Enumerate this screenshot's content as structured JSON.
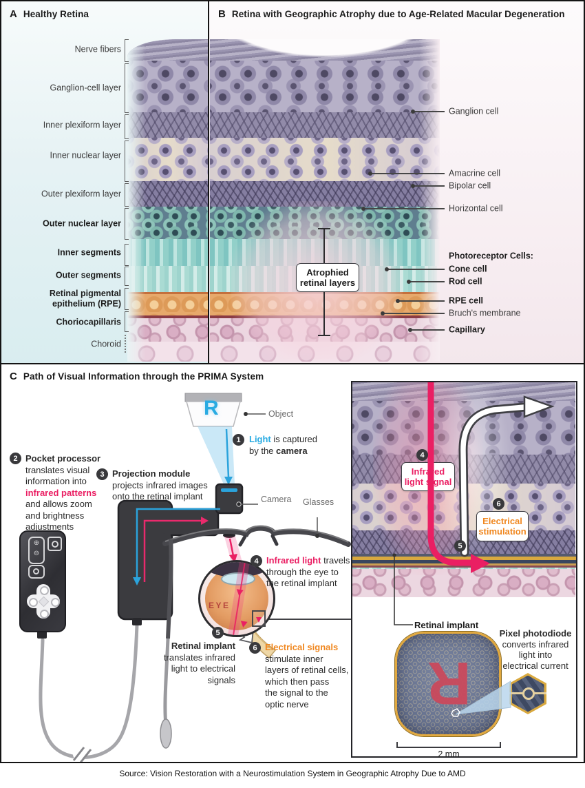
{
  "panel_a": {
    "letter": "A",
    "title": "Healthy Retina",
    "layers": [
      {
        "label": "Nerve fibers",
        "bold": false
      },
      {
        "label": "Ganglion-cell layer",
        "bold": false
      },
      {
        "label": "Inner plexiform layer",
        "bold": false
      },
      {
        "label": "Inner nuclear layer",
        "bold": false
      },
      {
        "label": "Outer plexiform layer",
        "bold": false
      },
      {
        "label": "Outer nuclear layer",
        "bold": true
      },
      {
        "label": "Inner segments",
        "bold": true
      },
      {
        "label": "Outer segments",
        "bold": true
      },
      {
        "label": "Retinal pigmental\nepithelium (RPE)",
        "bold": true
      },
      {
        "label": "Choriocapillaris",
        "bold": true
      },
      {
        "label": "Choroid",
        "bold": false
      }
    ]
  },
  "panel_b": {
    "letter": "B",
    "title": "Retina with Geographic Atrophy due to Age-Related Macular Degeneration",
    "atrophy_note": "Atrophied\nretinal layers",
    "labels": [
      {
        "label": "Ganglion cell",
        "bold": false
      },
      {
        "label": "Amacrine cell",
        "bold": false
      },
      {
        "label": "Bipolar cell",
        "bold": false
      },
      {
        "label": "Horizontal cell",
        "bold": false
      },
      {
        "label": "Photoreceptor Cells:",
        "bold": true,
        "heading": true
      },
      {
        "label": "Cone cell",
        "bold": true
      },
      {
        "label": "Rod cell",
        "bold": true
      },
      {
        "label": "RPE cell",
        "bold": true
      },
      {
        "label": "Bruch's membrane",
        "bold": false
      },
      {
        "label": "Capillary",
        "bold": true
      }
    ]
  },
  "panel_c": {
    "letter": "C",
    "title": "Path of Visual Information through the PRIMA System",
    "object_letter": "R",
    "labels": {
      "object": "Object",
      "camera": "Camera",
      "glasses": "Glasses",
      "eye": "EYE"
    },
    "steps": [
      {
        "num": "1",
        "segments": [
          {
            "t": "Light",
            "cls": "blue"
          },
          {
            "t": " is captured\nby the "
          },
          {
            "t": "camera",
            "cls": "bold"
          }
        ]
      },
      {
        "num": "2",
        "segments": [
          {
            "t": "Pocket processor",
            "cls": "bold"
          },
          {
            "t": "\ntranslates visual\ninformation into\n"
          },
          {
            "t": "infrared patterns",
            "cls": "pink"
          },
          {
            "t": "\nand allows zoom\nand brightness\nadjustments"
          }
        ]
      },
      {
        "num": "3",
        "segments": [
          {
            "t": "Projection module",
            "cls": "bold"
          },
          {
            "t": "\nprojects infrared images\nonto the retinal implant"
          }
        ]
      },
      {
        "num": "4",
        "segments": [
          {
            "t": "Infrared light",
            "cls": "pink"
          },
          {
            "t": " travels\nthrough the eye to\nthe retinal implant"
          }
        ]
      },
      {
        "num": "5",
        "segments": [
          {
            "t": "Retinal implant",
            "cls": "bold"
          },
          {
            "t": "\ntranslates infrared\nlight to electrical\nsignals"
          }
        ]
      },
      {
        "num": "6",
        "segments": [
          {
            "t": "Electrical signals",
            "cls": "orange"
          },
          {
            "t": "\nstimulate inner\nlayers of retinal cells,\nwhich then pass\nthe signal to the\noptic nerve"
          }
        ]
      }
    ],
    "inset": {
      "infrared_box": {
        "num": "4",
        "label": "Infrared\nlight signal"
      },
      "stimulation_box": {
        "num": "6",
        "label": "Electrical\nstimulation"
      },
      "step5_num": "5",
      "implant_label": "Retinal implant",
      "implant_letter": "R",
      "scale_label": "2 mm",
      "photodiode": {
        "segments": [
          {
            "t": "Pixel photodiode",
            "cls": "bold"
          },
          {
            "t": "\nconverts infrared\nlight into\nelectrical current"
          }
        ]
      }
    }
  },
  "source": "Source: Vision Restoration with a Neurostimulation System in Geographic Atrophy Due to AMD",
  "colors": {
    "light_blue": "#29abe2",
    "infrared_pink": "#ea1f63",
    "electric_orange": "#f0871f",
    "badge": "#39393c"
  }
}
